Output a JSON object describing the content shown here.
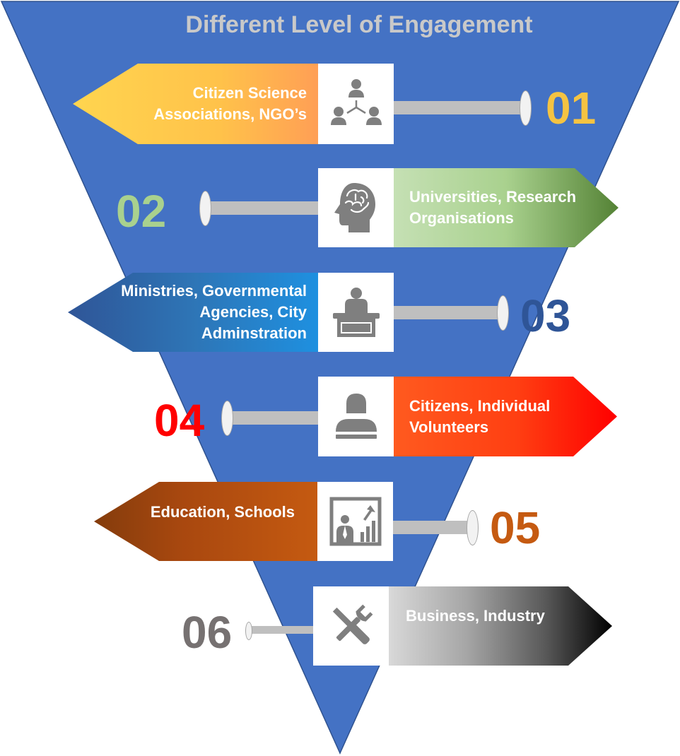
{
  "title": "Different Level of Engagement",
  "colors": {
    "funnel": "#4472c4"
  },
  "levels": [
    {
      "number": "01",
      "label": "Citizen Science\nAssociations, NGO’s",
      "icon": "organization-chart-icon",
      "number_color": "#f5c342"
    },
    {
      "number": "02",
      "label": "Universities, Research\nOrganisations",
      "icon": "brain-head-icon",
      "number_color": "#a9d18e"
    },
    {
      "number": "03",
      "label": "Ministries, Governmental\nAgencies, City\nAdminstration",
      "icon": "podium-speaker-icon",
      "number_color": "#2f5597"
    },
    {
      "number": "04",
      "label": "Citizens, Individual\nVolunteers",
      "icon": "person-icon",
      "number_color": "#ff0000"
    },
    {
      "number": "05",
      "label": "Education, Schools",
      "icon": "presentation-chart-icon",
      "number_color": "#c55a11"
    },
    {
      "number": "06",
      "label": "Business, Industry",
      "icon": "tools-icon",
      "number_color": "#767171"
    }
  ]
}
